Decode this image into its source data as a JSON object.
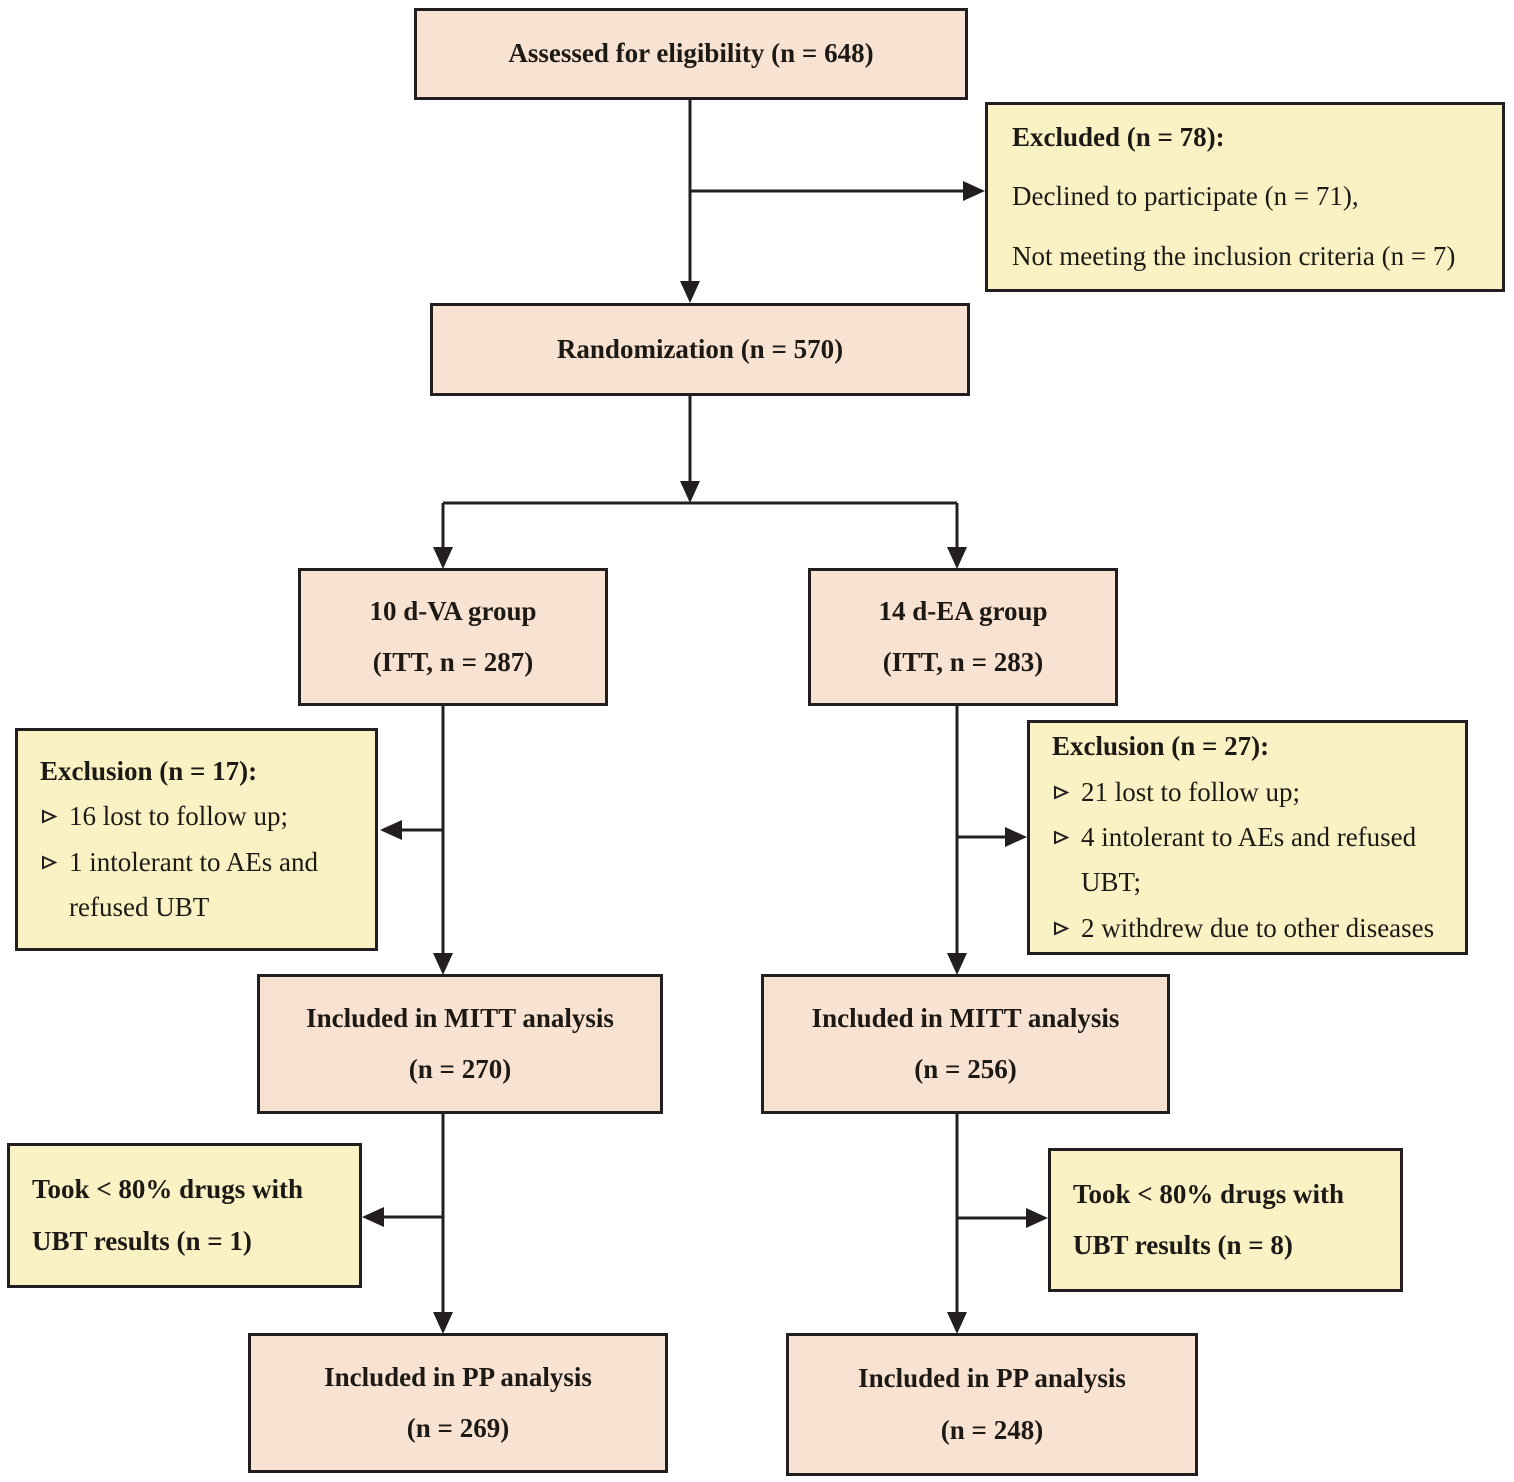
{
  "colors": {
    "background": "#ffffff",
    "box_fill_pink": "#f8e2d2",
    "box_fill_yellow": "#faf2c5",
    "border": "#231f20",
    "arrow": "#231f20",
    "text": "#1d1a16"
  },
  "icons": {
    "bullet": "arrowhead-bullet-icon"
  },
  "boxes": {
    "assessed": {
      "text": "Assessed for eligibility (n = 648)"
    },
    "excluded": {
      "title": "Excluded (n = 78):",
      "items": [
        "Declined to participate (n = 71),",
        "Not meeting the inclusion criteria (n = 7)"
      ]
    },
    "randomization": {
      "text": "Randomization (n = 570)"
    },
    "group_va": {
      "line1": "10 d-VA group",
      "line2": "(ITT, n = 287)"
    },
    "group_ea": {
      "line1": "14 d-EA group",
      "line2": "(ITT, n = 283)"
    },
    "exclusion_va": {
      "title": "Exclusion (n = 17):",
      "items": [
        "16 lost to follow up;",
        "1 intolerant to AEs and refused UBT"
      ]
    },
    "exclusion_ea": {
      "title": "Exclusion (n = 27):",
      "items": [
        "21 lost to follow up;",
        "4 intolerant to AEs and refused UBT;",
        "2 withdrew due to other diseases"
      ]
    },
    "mitt_va": {
      "line1": "Included in MITT analysis",
      "line2": "(n = 270)"
    },
    "mitt_ea": {
      "line1": "Included in MITT analysis",
      "line2": "(n = 256)"
    },
    "took_va": {
      "line1": "Took < 80% drugs with",
      "line2": "UBT results (n = 1)"
    },
    "took_ea": {
      "line1": "Took < 80% drugs with",
      "line2": "UBT results (n = 8)"
    },
    "pp_va": {
      "line1": "Included in PP analysis",
      "line2": "(n = 269)"
    },
    "pp_ea": {
      "line1": "Included in PP analysis",
      "line2": "(n = 248)"
    }
  }
}
